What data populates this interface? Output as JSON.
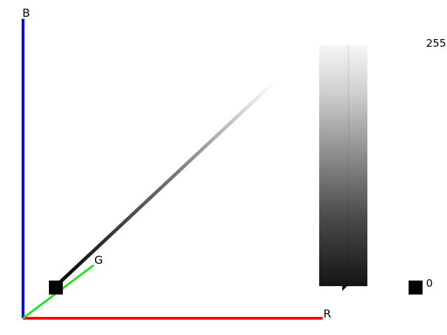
{
  "axes": {
    "r_label": "R",
    "g_label": "G",
    "b_label": "B",
    "r_color": "#ff0000",
    "g_color": "#22dd22",
    "b_color": "#0000ff"
  },
  "scale": {
    "max_label": "255",
    "min_label": "0",
    "current_value": 0
  },
  "current_color": {
    "swatch_color": "#000000"
  },
  "gray_line": {
    "start_color": "#000000",
    "end_color": "#ffffff"
  }
}
